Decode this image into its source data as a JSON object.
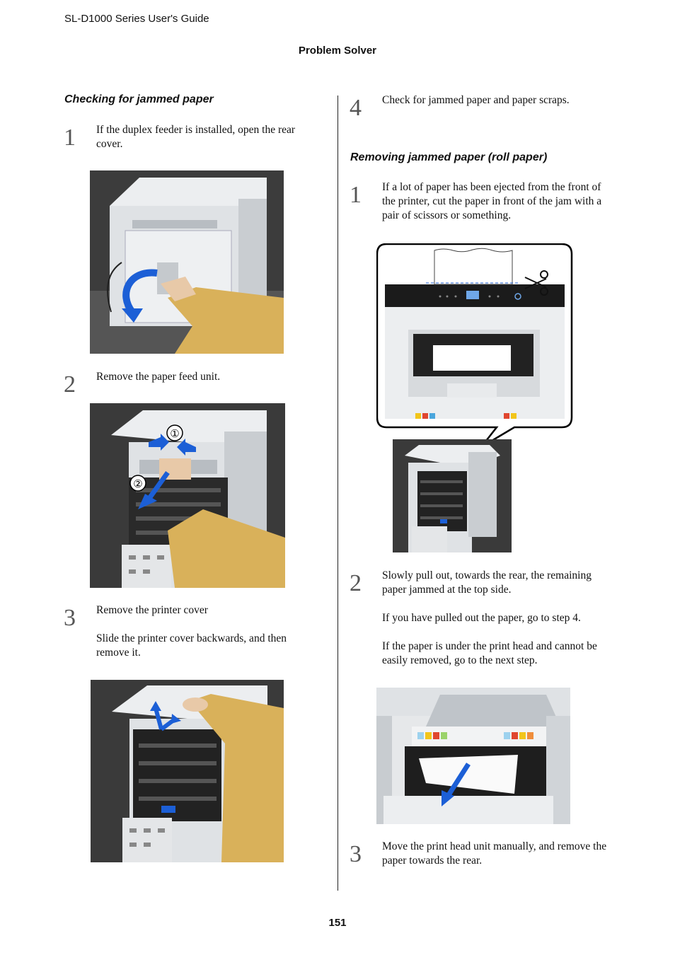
{
  "header": {
    "guide_title": "SL-D1000 Series User's Guide",
    "section_title": "Problem Solver"
  },
  "left": {
    "heading": "Checking for jammed paper",
    "steps": [
      {
        "number": "1",
        "text": "If the duplex feeder is installed, open the rear cover."
      },
      {
        "number": "2",
        "text": "Remove the paper feed unit."
      },
      {
        "number": "3",
        "text": "Remove the printer cover",
        "detail": "Slide the printer cover backwards, and then remove it."
      }
    ],
    "callouts": [
      "①",
      "②"
    ]
  },
  "right": {
    "step4": {
      "number": "4",
      "text": "Check for jammed paper and paper scraps."
    },
    "heading": "Removing jammed paper (roll paper)",
    "steps": [
      {
        "number": "1",
        "text": "If a lot of paper has been ejected from the front of the printer, cut the paper in front of the jam with a pair of scissors or something."
      },
      {
        "number": "2",
        "text": "Slowly pull out, towards the rear, the remaining paper jammed at the top side.",
        "note1": "If you have pulled out the paper, go to step 4.",
        "note2": "If the paper is under the print head and cannot be easily removed, go to the next step."
      },
      {
        "number": "3",
        "text": "Move the print head unit manually, and remove the paper towards the rear."
      }
    ]
  },
  "footer": {
    "page_number": "151"
  },
  "colors": {
    "arrow_blue": "#1c5fd6",
    "sleeve_yellow": "#d9b15a",
    "printer_white": "#e6e8ea"
  }
}
